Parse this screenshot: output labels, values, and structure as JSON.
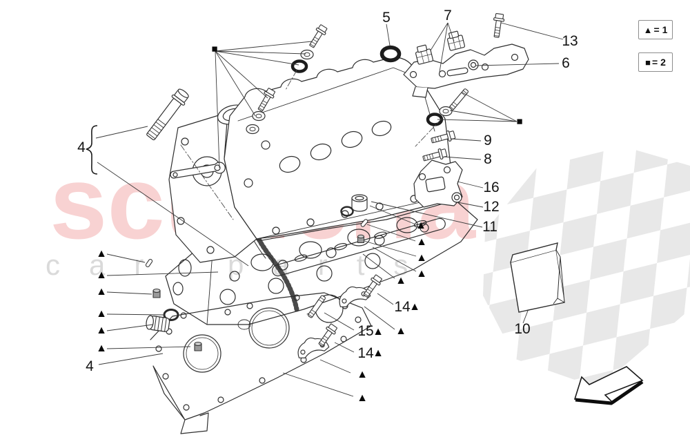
{
  "legend": {
    "items": [
      {
        "symbol": "▲",
        "text": "= 1"
      },
      {
        "symbol": "■",
        "text": "= 2"
      }
    ]
  },
  "markers": {
    "triangle": "▲",
    "square": "■"
  },
  "callouts": {
    "c4_top": {
      "label": "4"
    },
    "c4_bottom": {
      "label": "4"
    },
    "c5": {
      "label": "5"
    },
    "c6": {
      "label": "6"
    },
    "c7": {
      "label": "7"
    },
    "c8": {
      "label": "8"
    },
    "c9": {
      "label": "9"
    },
    "c10": {
      "label": "10"
    },
    "c11": {
      "label": "11"
    },
    "c12": {
      "label": "12"
    },
    "c13": {
      "label": "13"
    },
    "c14_upper": {
      "label": "14"
    },
    "c14_lower": {
      "label": "14"
    },
    "c15": {
      "label": "15"
    },
    "c16": {
      "label": "16"
    }
  },
  "watermark": {
    "line1": "scuderia",
    "line2": "car parts"
  },
  "colors": {
    "watermark_red": "#f8d2d2",
    "watermark_gray": "#dadada",
    "checker_gray": "#e4e4e4",
    "line_art": "#2e2e2e"
  }
}
